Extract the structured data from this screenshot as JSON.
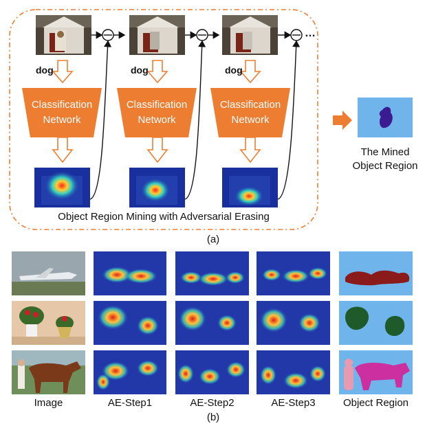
{
  "part_a": {
    "word_label": "dog",
    "classifier_line1": "Classification",
    "classifier_line2": "Network",
    "frame_caption": "Object Region Mining with Adversarial Erasing",
    "ellipsis": "…",
    "mined_line1": "The Mined",
    "mined_line2": "Object Region",
    "sublabel": "(a)"
  },
  "part_b": {
    "columns": [
      "Image",
      "AE-Step1",
      "AE-Step2",
      "AE-Step3",
      "Object Region"
    ],
    "rows": [
      "airplane",
      "potted-plant",
      "horse-person"
    ],
    "sublabel": "(b)"
  },
  "colors": {
    "orange": "#ed7d31",
    "orange_light": "#f4a36b",
    "mask_background": "#6fb4ea",
    "mined_region": "#3b1b8f",
    "airplane_region": "#8b1a1a",
    "plant_region": "#1f5a2a",
    "horse_region": "#cc2f9f",
    "person_region": "#e89ab0"
  }
}
